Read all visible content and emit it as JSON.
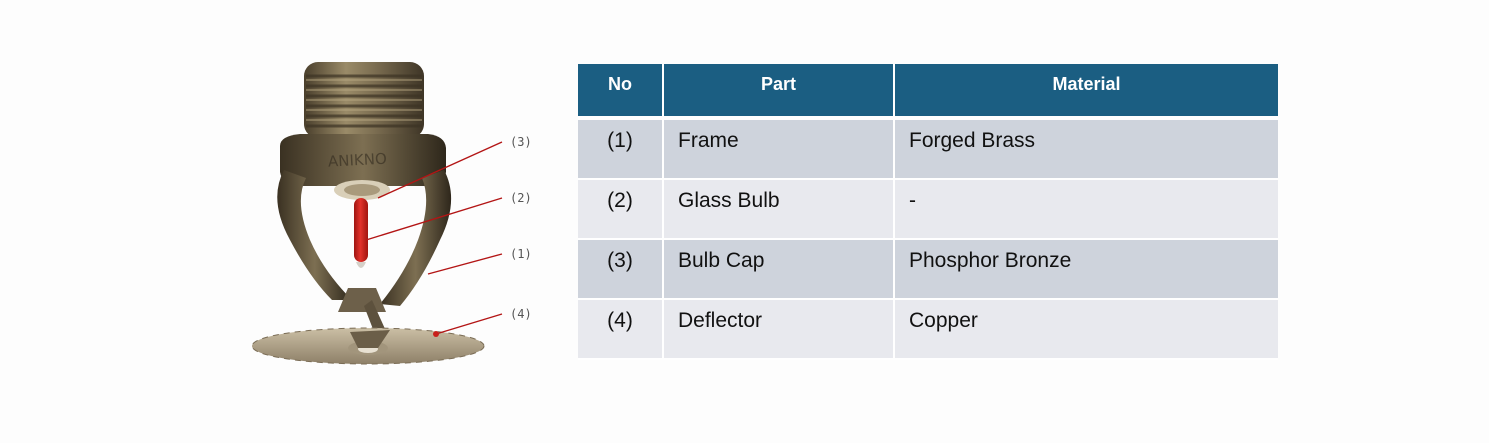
{
  "figure": {
    "callouts": [
      "(3)",
      "(2)",
      "(1)",
      "(4)"
    ]
  },
  "table": {
    "headers": {
      "no": "No",
      "part": "Part",
      "material": "Material"
    },
    "rows": [
      {
        "no": "(1)",
        "part": "Frame",
        "material": "Forged Brass"
      },
      {
        "no": "(2)",
        "part": "Glass Bulb",
        "material": "-"
      },
      {
        "no": "(3)",
        "part": "Bulb Cap",
        "material": "Phosphor Bronze"
      },
      {
        "no": "(4)",
        "part": "Deflector",
        "material": "Copper"
      }
    ]
  },
  "colors": {
    "header_bg": "#1b5e82",
    "row_odd": "#ced3dc",
    "row_even": "#e8e9ee",
    "bulb": "#c8201c",
    "leader": "#b31515"
  }
}
